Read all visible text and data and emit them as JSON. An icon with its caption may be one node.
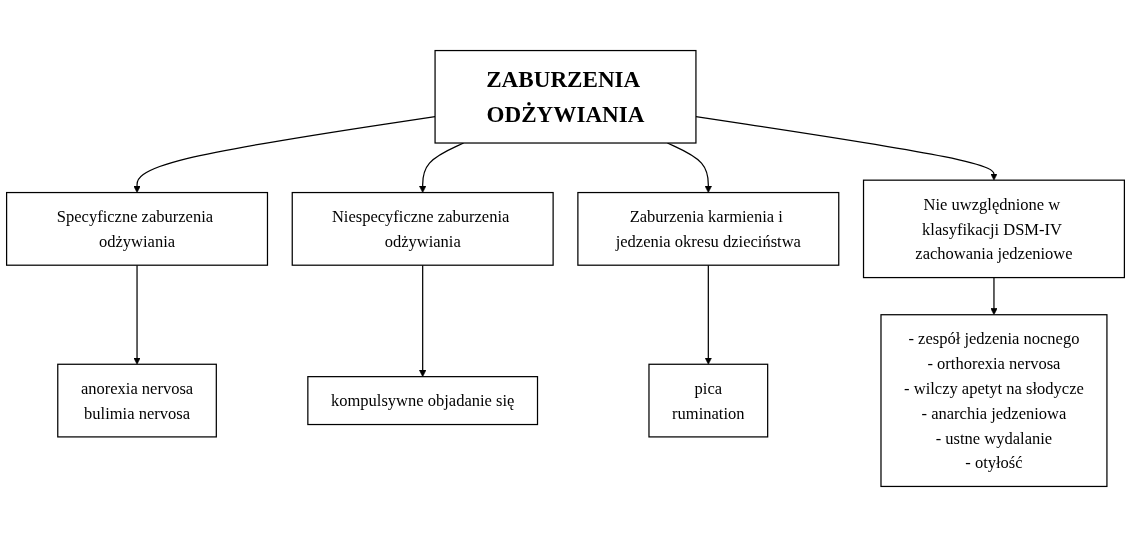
{
  "diagram": {
    "nodes": [
      {
        "text": [
          "ZABURZENIA ODŻYWIANIA"
        ]
      },
      {
        "text": [
          "Specyficzne zaburzenia odżywiania"
        ]
      },
      {
        "text": [
          "Niespecyficzne zaburzenia odżywiania"
        ]
      },
      {
        "text": [
          "Zaburzenia karmienia i jedzenia okresu dzieciństwa"
        ]
      },
      {
        "text": [
          "Nie uwzględnione w klasyfikacji DSM-IV zachowania jedzeniowe"
        ]
      },
      {
        "text": [
          "anorexia nervosa",
          "bulimia nervosa"
        ]
      },
      {
        "text": [
          "kompulsywne objadanie się"
        ]
      },
      {
        "text": [
          "pica",
          "rumination"
        ]
      },
      {
        "text": [
          "- zespół jedzenia nocnego",
          "- orthorexia nervosa",
          "- wilczy apetyt na słodycze",
          "- anarchia jedzeniowa",
          "- ustne wydalanie",
          "- otyłość"
        ]
      }
    ],
    "edges": [
      {
        "from": 0,
        "to": 1,
        "arrow": "to"
      },
      {
        "from": 0,
        "to": 2,
        "arrow": "to"
      },
      {
        "from": 0,
        "to": 3,
        "arrow": "to"
      },
      {
        "from": 0,
        "to": 4,
        "arrow": "to"
      },
      {
        "from": 1,
        "to": 5,
        "arrow": "to"
      },
      {
        "from": 2,
        "to": 6,
        "arrow": "to"
      },
      {
        "from": 3,
        "to": 7,
        "arrow": "to"
      },
      {
        "from": 4,
        "to": 8,
        "arrow": "to"
      }
    ]
  }
}
